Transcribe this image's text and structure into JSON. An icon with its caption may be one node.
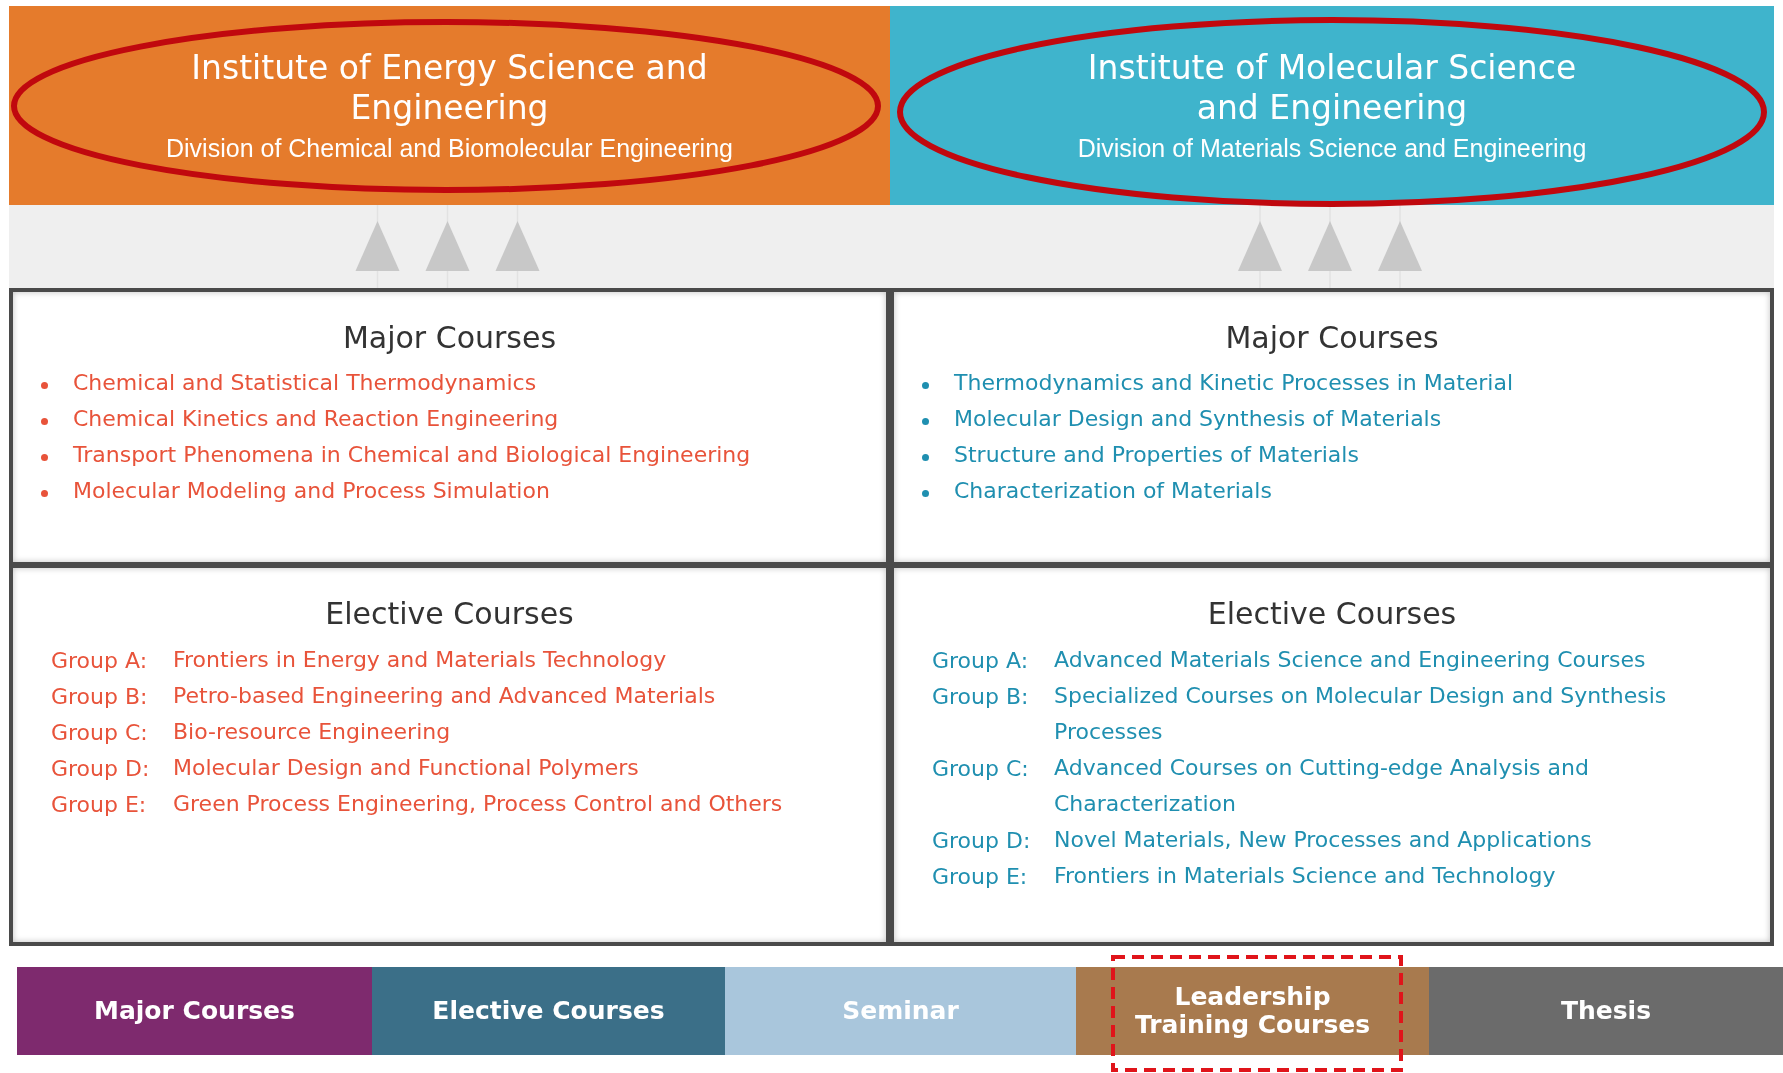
{
  "diagram": {
    "nodes": [
      {
        "text": [
          "Institute of Energy Science and Engineering",
          "Division of Chemical and Biomolecular Engineering"
        ]
      },
      {
        "text": [
          "Institute of Molecular Science and Engineering",
          "Division of Materials Science and Engineering"
        ]
      },
      {
        "text": [
          "Major Courses",
          "Chemical and Statistical Thermodynamics",
          "Chemical Kinetics and Reaction Engineering",
          "Transport Phenomena in Chemical and Biological Engineering",
          "Molecular Modeling and Process Simulation"
        ]
      },
      {
        "text": [
          "Major Courses",
          "Thermodynamics and Kinetic Processes in Material",
          "Molecular Design and Synthesis of Materials",
          "Structure and Properties of Materials",
          "Characterization of Materials"
        ]
      },
      {
        "text": [
          "Elective Courses",
          "Group A:",
          "Frontiers in Energy and Materials Technology",
          "Group B:",
          "Petro-based Engineering and Advanced Materials",
          "Group C:",
          "Bio-resource Engineering",
          "Group D:",
          "Molecular Design and Functional Polymers",
          "Group E:",
          "Green Process Engineering, Process Control and Others"
        ]
      },
      {
        "text": [
          "Elective Courses",
          "Group A:",
          "Advanced Materials Science and Engineering Courses",
          "Group B:",
          "Specialized Courses on Molecular Design and Synthesis Processes",
          "Group C:",
          "Advanced Courses on Cutting-edge Analysis and Characterization",
          "Group D:",
          "Novel Materials, New Processes and Applications",
          "Group E:",
          "Frontiers in Materials Science and Technology"
        ]
      },
      {
        "text": [
          "Major Courses"
        ]
      },
      {
        "text": [
          "Elective Courses"
        ]
      },
      {
        "text": [
          "Seminar"
        ]
      },
      {
        "text": [
          "Leadership Training Courses"
        ]
      },
      {
        "text": [
          "Thesis"
        ]
      }
    ],
    "edges": [
      {
        "from": 2,
        "to": 0,
        "arrow": "to"
      },
      {
        "from": 2,
        "to": 0,
        "arrow": "to"
      },
      {
        "from": 2,
        "to": 0,
        "arrow": "to"
      },
      {
        "from": 3,
        "to": 1,
        "arrow": "to"
      },
      {
        "from": 3,
        "to": 1,
        "arrow": "to"
      },
      {
        "from": 3,
        "to": 1,
        "arrow": "to"
      }
    ]
  }
}
